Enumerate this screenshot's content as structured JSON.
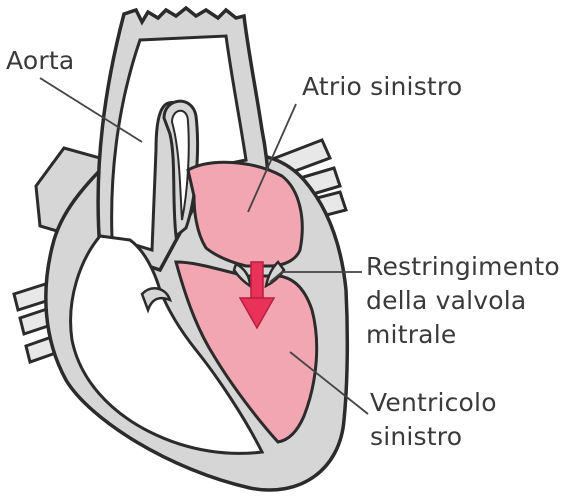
{
  "labels": {
    "aorta": "Aorta",
    "atrio_sinistro": "Atrio sinistro",
    "restringimento": [
      "Restringimento",
      "della valvola",
      "mitrale"
    ],
    "ventricolo_sinistro": [
      "Ventricolo",
      "sinistro"
    ]
  },
  "colors": {
    "outline": "#2b2b2b",
    "tissue": "#d6d6d6",
    "chamber_fill": "#ffffff",
    "left_heart": "#f2a6b2",
    "arrow": "#e8325a",
    "leader_line": "#444444",
    "text": "#3a3a3a"
  }
}
